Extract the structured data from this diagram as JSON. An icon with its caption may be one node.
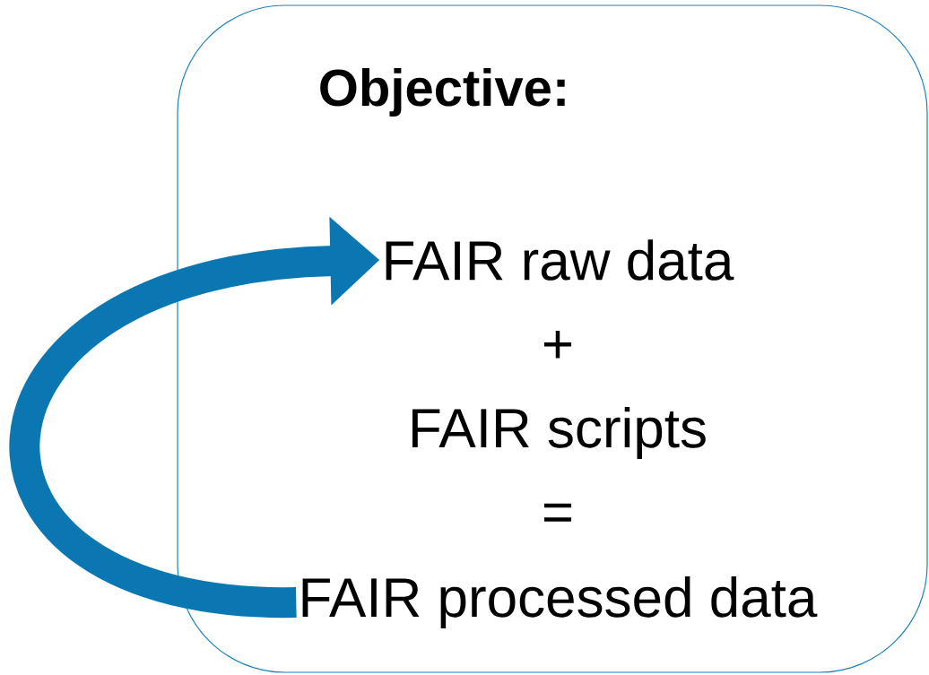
{
  "diagram": {
    "nodes": [
      {
        "text": [
          "Objective:"
        ]
      },
      {
        "text": [
          "FAIR raw data"
        ],
        "in": 0
      },
      {
        "text": [
          "+"
        ],
        "in": 0
      },
      {
        "text": [
          "FAIR scripts"
        ],
        "in": 0
      },
      {
        "text": [
          "="
        ],
        "in": 0
      },
      {
        "text": [
          "FAIR processed data"
        ],
        "in": 0
      }
    ],
    "edges": [
      {
        "from": 5,
        "to": 1,
        "arrow": "to"
      }
    ]
  }
}
